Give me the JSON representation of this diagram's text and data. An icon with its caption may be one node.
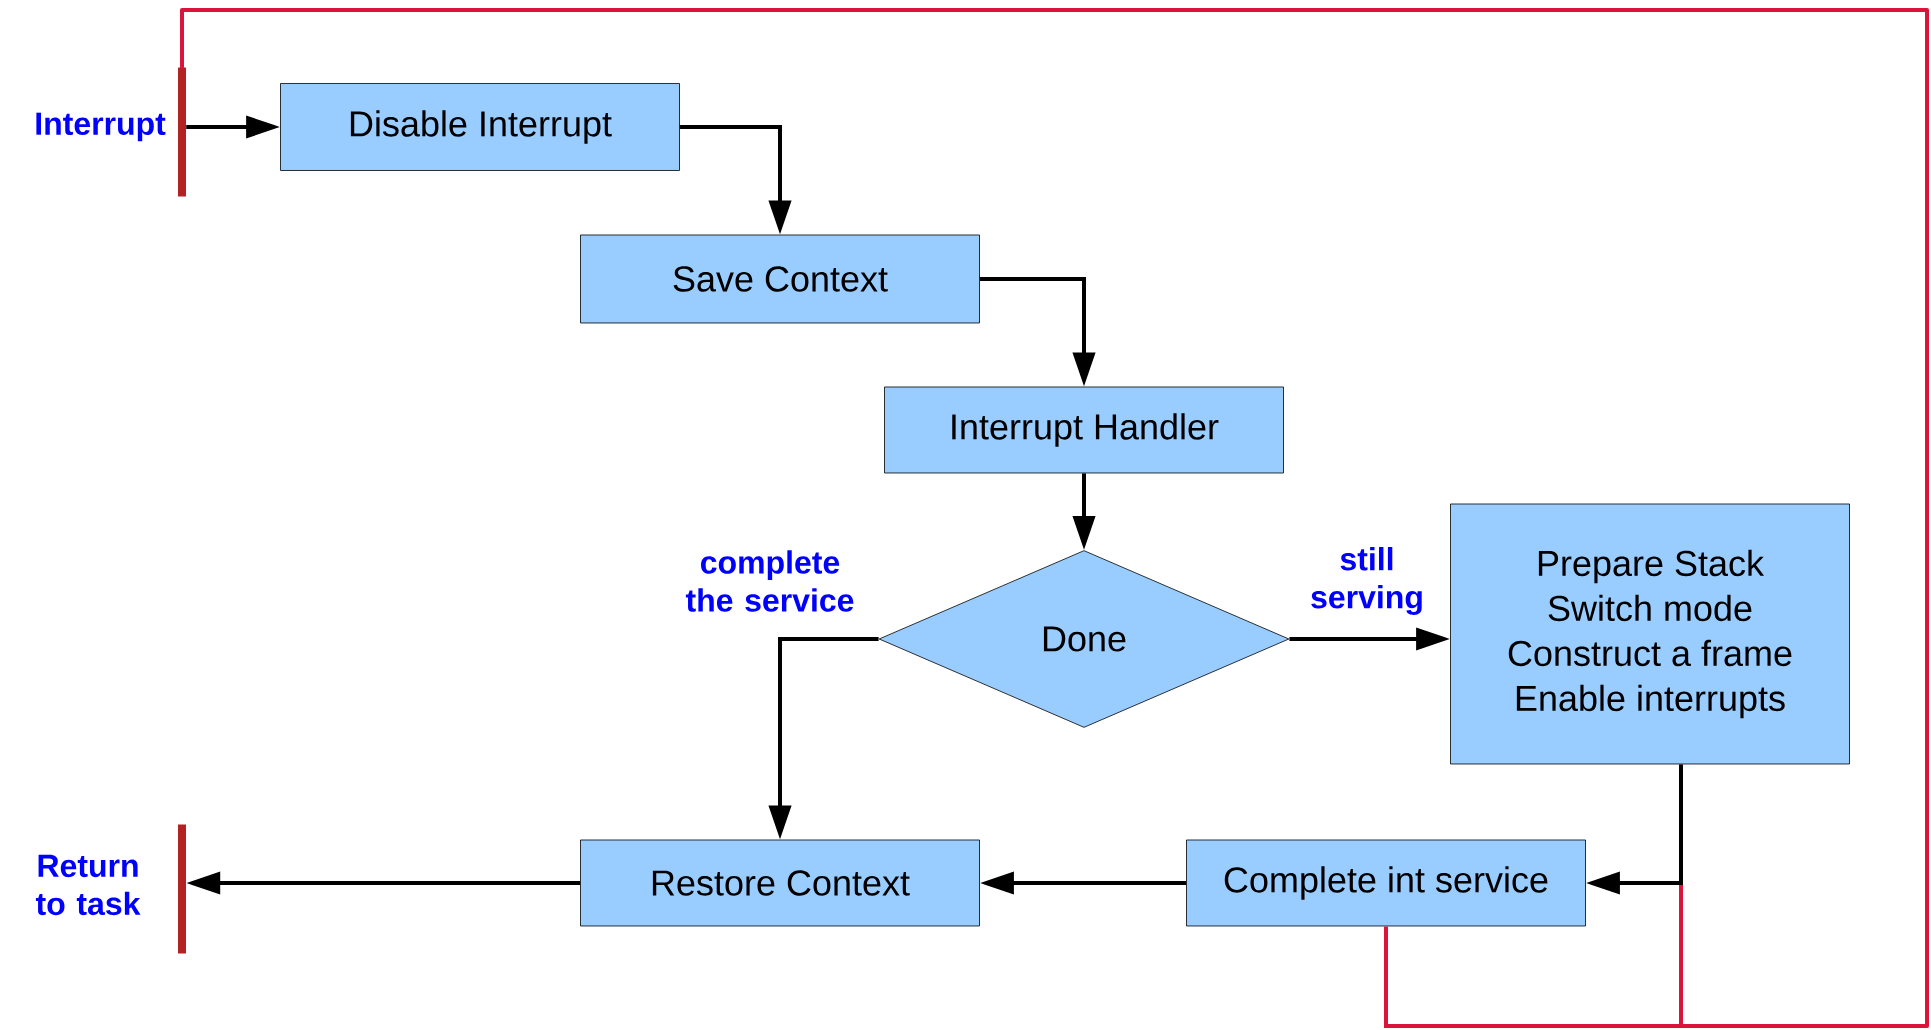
{
  "diagram": {
    "nodes": [
      {
        "text": [],
        "shape": "bar",
        "beside": [
          "Interrupt"
        ]
      },
      {
        "text": [
          "Disable Interrupt"
        ]
      },
      {
        "text": [
          "Save Context"
        ]
      },
      {
        "text": [
          "Interrupt Handler"
        ]
      },
      {
        "text": [
          "Done"
        ]
      },
      {
        "text": [
          "Prepare Stack",
          "Switch mode",
          "Construct a frame",
          "Enable interrupts"
        ]
      },
      {
        "text": [
          "Complete int service"
        ]
      },
      {
        "text": [
          "Restore Context"
        ]
      },
      {
        "text": [],
        "shape": "bar",
        "beside": [
          "Return to task"
        ]
      }
    ],
    "edges": [
      {
        "from": 0,
        "to": 1,
        "arrow": "to"
      },
      {
        "from": 1,
        "to": 2,
        "arrow": "to"
      },
      {
        "from": 2,
        "to": 3,
        "arrow": "to"
      },
      {
        "from": 3,
        "to": 4,
        "arrow": "to"
      },
      {
        "from": 4,
        "to": 7,
        "arrow": "to",
        "label": "complete the service"
      },
      {
        "from": 4,
        "to": 5,
        "arrow": "to",
        "label": "still serving"
      },
      {
        "from": 5,
        "to": 6,
        "arrow": "to"
      },
      {
        "from": 6,
        "to": 7,
        "arrow": "to"
      },
      {
        "from": 7,
        "to": 8,
        "arrow": "to"
      },
      {
        "from": 6,
        "to": 0,
        "arrow": "none",
        "color": "#dc143c"
      },
      {
        "from": 5,
        "to": 0,
        "arrow": "none",
        "color": "#dc143c"
      }
    ]
  }
}
